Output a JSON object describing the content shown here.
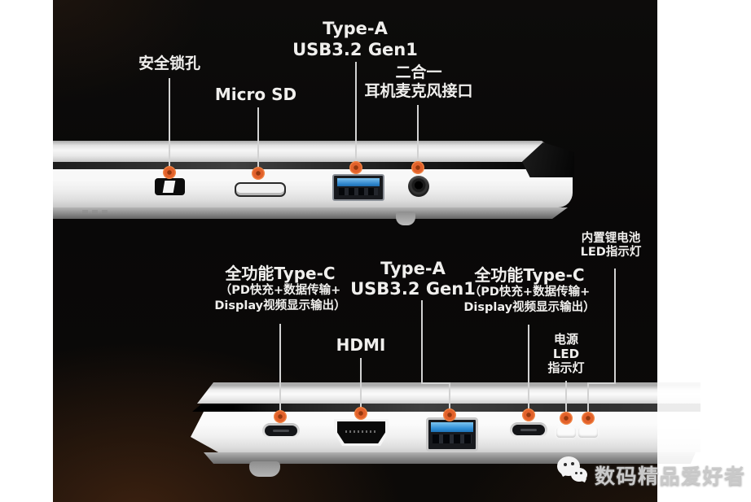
{
  "callouts": {
    "security_lock": {
      "label": "安全锁孔"
    },
    "micro_sd": {
      "label": "Micro SD"
    },
    "usb_a_top": {
      "line1": "Type-A",
      "line2": "USB3.2 Gen1"
    },
    "audio_combo": {
      "line1": "二合一",
      "line2": "耳机麦克风接口"
    },
    "usb_c_left": {
      "title": "全功能Type-C",
      "sub1": "（PD快充+数据传输+",
      "sub2": "Display视频显示输出）"
    },
    "hdmi": {
      "label": "HDMI"
    },
    "usb_a_bottom": {
      "line1": "Type-A",
      "line2": "USB3.2 Gen1"
    },
    "usb_c_right": {
      "title": "全功能Type-C",
      "sub1": "（PD快充+数据传输+",
      "sub2": "Display视频显示输出）"
    },
    "power_led": {
      "line1": "电源",
      "line2": "LED",
      "line3": "指示灯"
    },
    "battery_led": {
      "line1": "内置锂电池",
      "line2": "LED指示灯"
    }
  },
  "ports": {
    "top_edge": [
      "security-lock-slot",
      "micro-sd-slot",
      "usb-a-port",
      "headphone-jack"
    ],
    "bottom_edge": [
      "usb-c-port",
      "hdmi-port",
      "usb-a-port",
      "usb-c-port",
      "power-led",
      "battery-led"
    ]
  },
  "watermark": {
    "icon": "wechat-icon",
    "text": "数码精品爱好者"
  },
  "colors": {
    "marker": "#e8632b",
    "callout_line": "#d2d2d2",
    "label_text": "#f0efed",
    "usb_blue": "#2f8ed6",
    "photo_background": "#0b0a09",
    "laptop_body": "#ececec",
    "page_background": "#ffffff"
  }
}
